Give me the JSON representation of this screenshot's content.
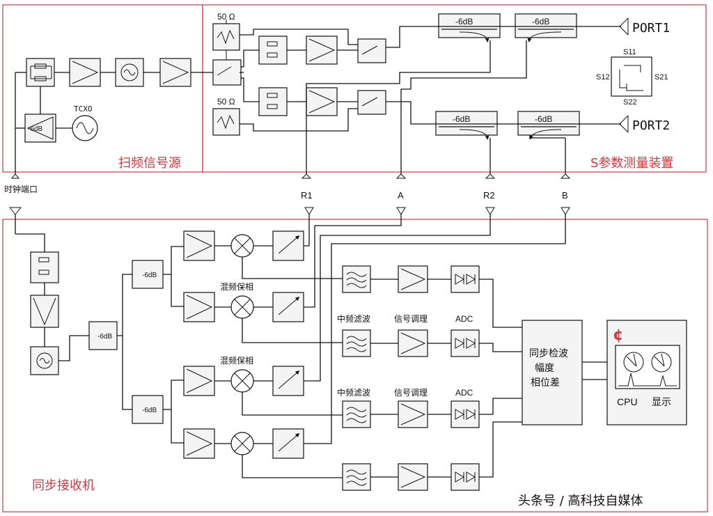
{
  "sections": {
    "sweep_source": "扫频信号源",
    "s_param": "S参数测量装置",
    "receiver": "同步接收机"
  },
  "labels": {
    "clock_port": "时钟端口",
    "tcxo": "TCXO",
    "ohm_top": "50 Ω",
    "ohm_bottom": "50 Ω",
    "port1": "PORT1",
    "port2": "PORT2",
    "s11": "S11",
    "s12": "S12",
    "s21": "S21",
    "s22": "S22",
    "r1": "R1",
    "a": "A",
    "r2": "R2",
    "b": "B",
    "coupler": "-6dB",
    "splitter": "-6dB",
    "mix_phase_1": "混频保相",
    "mix_phase_2": "混频保相",
    "if_filter_1": "中频滤波",
    "if_filter_2": "中频滤波",
    "signal_cond_1": "信号调理",
    "signal_cond_2": "信号调理",
    "adc_1": "ADC",
    "adc_2": "ADC",
    "detector_line1": "同步检波",
    "detector_line2": "幅度",
    "detector_line3": "相位差",
    "cpu": "CPU",
    "display": "显示"
  },
  "watermark": "头条号 / 高科技自媒体"
}
